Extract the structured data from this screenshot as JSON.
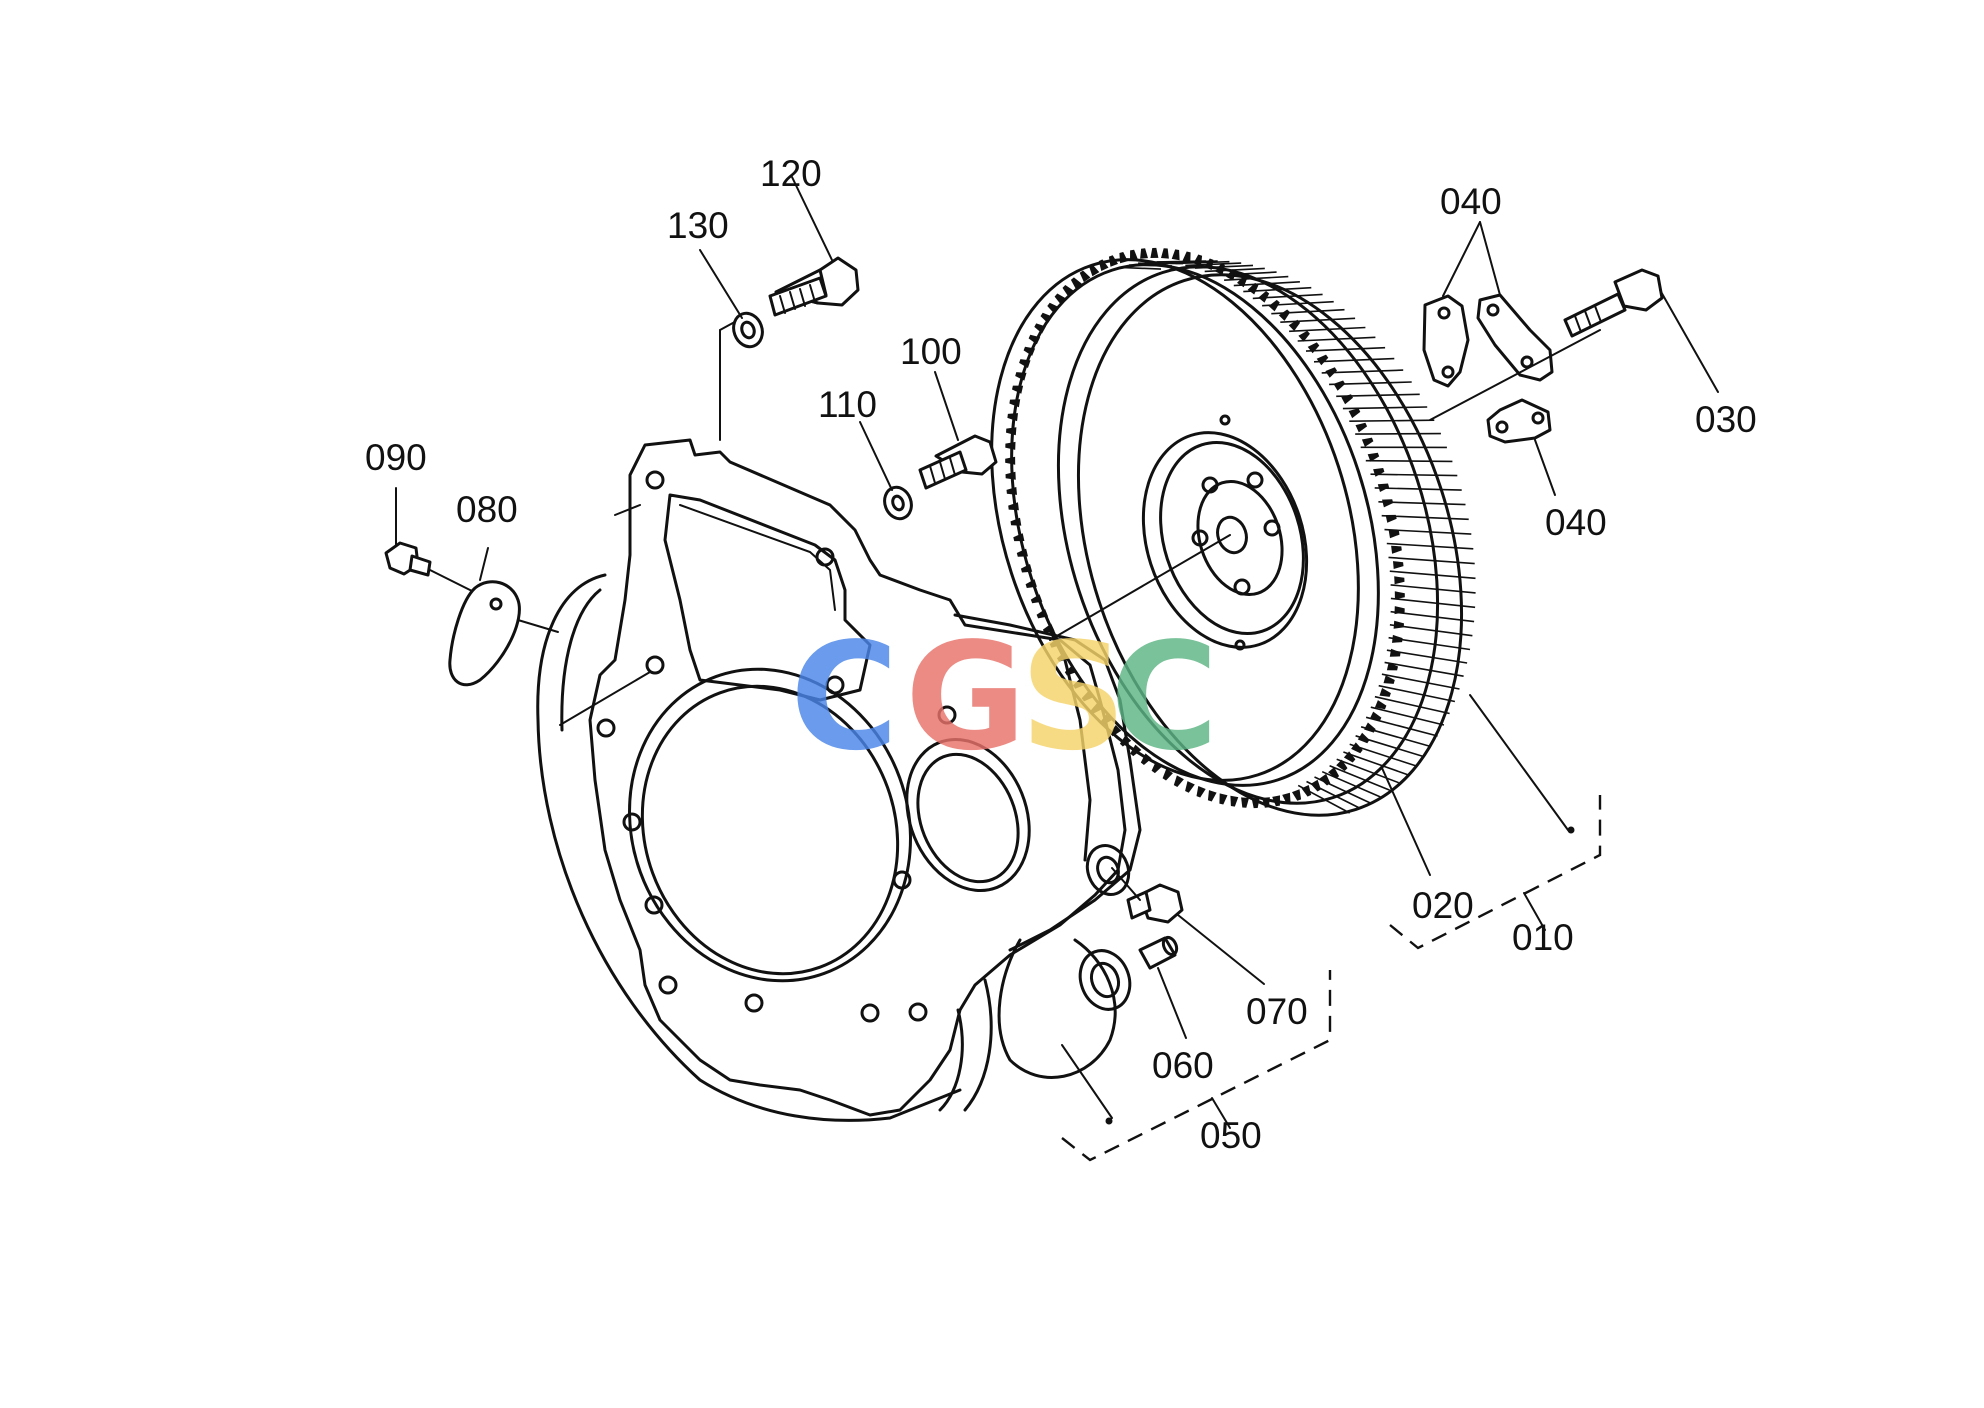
{
  "diagram": {
    "parts": [
      {
        "id": "p120",
        "number": "120",
        "description": "bolt"
      },
      {
        "id": "p130",
        "number": "130",
        "description": "washer"
      },
      {
        "id": "p100",
        "number": "100",
        "description": "bolt"
      },
      {
        "id": "p110",
        "number": "110",
        "description": "washer"
      },
      {
        "id": "p090",
        "number": "090",
        "description": "bolt"
      },
      {
        "id": "p080",
        "number": "080",
        "description": "cover plate"
      },
      {
        "id": "p040a",
        "number": "040",
        "description": "lock plate (pair)"
      },
      {
        "id": "p040b",
        "number": "040",
        "description": "lock plate"
      },
      {
        "id": "p030",
        "number": "030",
        "description": "flywheel bolt"
      },
      {
        "id": "p020",
        "number": "020",
        "description": "ring gear"
      },
      {
        "id": "p010",
        "number": "010",
        "description": "flywheel assembly"
      },
      {
        "id": "p070",
        "number": "070",
        "description": "plug"
      },
      {
        "id": "p060",
        "number": "060",
        "description": "pin"
      },
      {
        "id": "p050",
        "number": "050",
        "description": "flywheel housing assembly"
      }
    ],
    "watermark": {
      "letters": [
        {
          "char": "C",
          "color": "#4A86E8"
        },
        {
          "char": "G",
          "color": "#E8726A"
        },
        {
          "char": "S",
          "color": "#F5D46A"
        },
        {
          "char": "C",
          "color": "#5DB585"
        }
      ]
    }
  }
}
